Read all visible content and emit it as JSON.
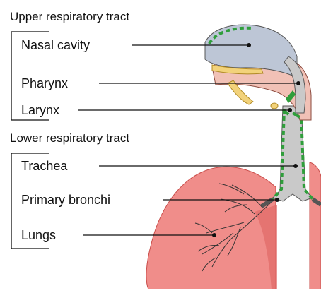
{
  "sections": {
    "upper": {
      "title": "Upper respiratory tract",
      "labels": [
        "Nasal cavity",
        "Pharynx",
        "Larynx"
      ]
    },
    "lower": {
      "title": "Lower respiratory tract",
      "labels": [
        "Trachea",
        "Primary bronchi",
        "Lungs"
      ]
    }
  },
  "colors": {
    "lung": "#f08d8a",
    "lung_dark": "#e06a67",
    "airway": "#c9c9c9",
    "nasal": "#bdc6d6",
    "tissue": "#f1c1b6",
    "bone": "#f2d27a",
    "mucosa": "#2f9e3b",
    "text": "#111111"
  }
}
